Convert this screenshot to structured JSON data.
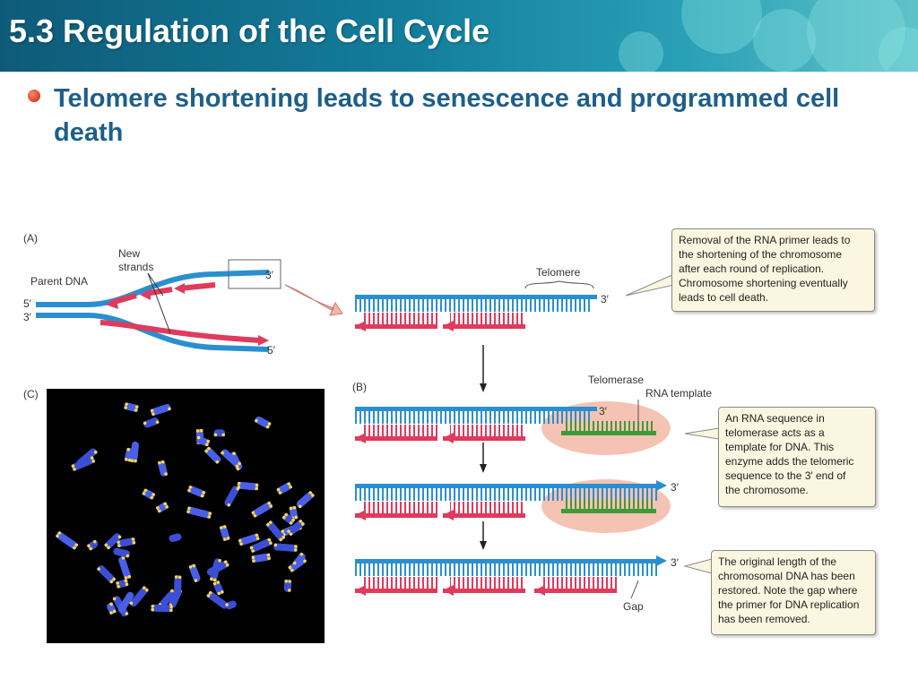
{
  "header": {
    "title": "5.3 Regulation of the Cell Cycle"
  },
  "slide": {
    "subtitle": "Telomere shortening leads to senescence and programmed cell death"
  },
  "figure": {
    "panel_a": "(A)",
    "panel_b": "(B)",
    "panel_c": "(C)",
    "new_strands_1": "New",
    "new_strands_2": "strands",
    "parent_dna": "Parent DNA",
    "five_prime": "5′",
    "three_prime": "3′",
    "telomere": "Telomere",
    "telomerase": "Telomerase",
    "rna_template": "RNA template",
    "gap": "Gap"
  },
  "notes": {
    "removal": [
      "Removal of the RNA primer leads to",
      "the shortening of the chromosome",
      "after each round of replication.",
      "Chromosome shortening eventually",
      "leads to cell death."
    ],
    "telomerase": [
      "An RNA sequence in",
      "telomerase acts as a",
      "template for DNA. This",
      "enzyme adds the telomeric",
      "sequence to the 3′ end of",
      "the chromosome."
    ],
    "restored": [
      "The original length of the",
      "chromosomal DNA has been",
      "restored. Note the gap where",
      "the primer for DNA replication",
      "has been removed."
    ]
  },
  "colors": {
    "blue_strand": "#2a8fd0",
    "red_strand": "#e03a5c",
    "green_rna": "#3f9b3a",
    "telomerase_blob": "#f5c3b3"
  }
}
